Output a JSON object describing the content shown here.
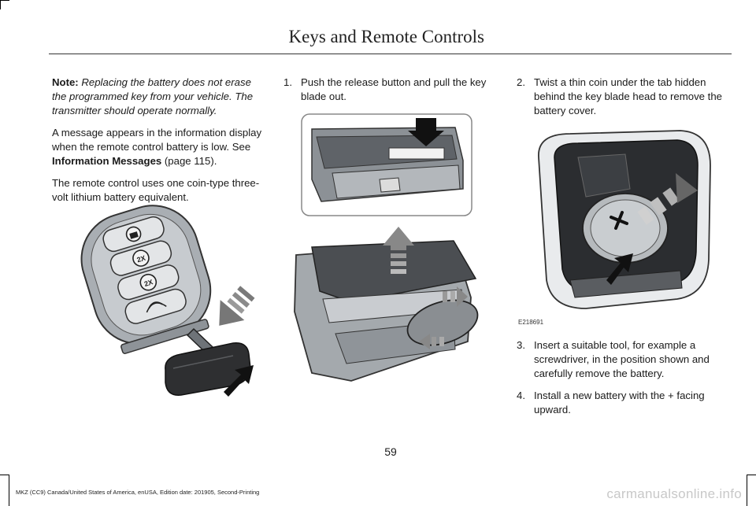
{
  "header": {
    "title": "Keys and Remote Controls"
  },
  "col1": {
    "note_label": "Note:",
    "note_text": " Replacing the battery does not erase the programmed key from your vehicle.  The transmitter should operate normally.",
    "p2_before": "A message appears in the information display when the remote control battery is low.  See ",
    "p2_link": "Information Messages",
    "p2_after": " (page 115).",
    "p3": "The remote control uses one coin-type three-volt lithium battery equivalent."
  },
  "col2": {
    "step1_num": "1.",
    "step1_text": "Push the release button and pull the key blade out."
  },
  "col3": {
    "step2_num": "2.",
    "step2_text": "Twist a thin coin under the tab hidden behind the key blade head to remove the battery cover.",
    "figure_id": "E218691",
    "step3_num": "3.",
    "step3_text": "Insert a suitable tool, for example a screwdriver, in the position shown and carefully remove the battery.",
    "step4_num": "4.",
    "step4_text": "Install a new battery with the + facing upward."
  },
  "key_buttons": {
    "unlock_glyph": "2X",
    "remote_start_glyph": "2X"
  },
  "footer": {
    "page_number": "59",
    "edition": "MKZ (CC9) Canada/United States of America, enUSA, Edition date: 201905, Second-Printing",
    "watermark": "carmanualsonline.info"
  },
  "colors": {
    "text": "#1a1a1a",
    "rule": "#333333",
    "watermark": "#c8c8c8"
  }
}
